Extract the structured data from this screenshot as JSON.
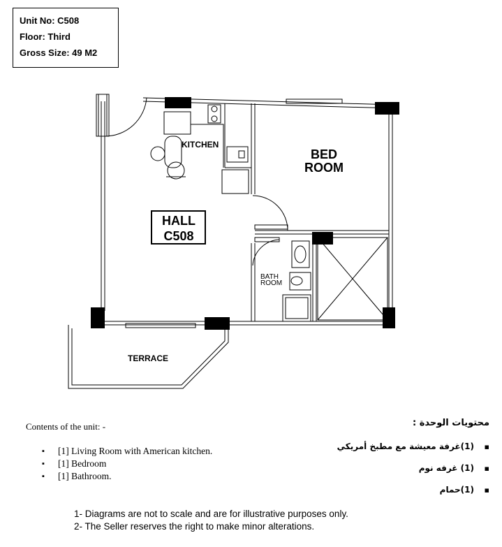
{
  "info": {
    "unit": "Unit No: C508",
    "floor": "Floor: Third",
    "size": "Gross Size: 49 M2"
  },
  "rooms": {
    "kitchen": "KITCHEN",
    "bed_line1": "BED",
    "bed_line2": "ROOM",
    "hall_line1": "HALL",
    "hall_line2": "C508",
    "bath_line1": "BATH",
    "bath_line2": "ROOM",
    "terrace": "TERRACE"
  },
  "contents": {
    "title": "Contents of the unit: -",
    "items": [
      "[1] Living Room with American kitchen.",
      "[1] Bedroom",
      "[1] Bathroom."
    ]
  },
  "contents_ar": {
    "title": "محتويات الوحدة :",
    "items": [
      "(1)غرفة معيشة مع مطبخ أمريكي",
      "(1) غرفه نوم",
      "(1)حمام"
    ]
  },
  "notes": [
    "1-  Diagrams are not to scale and are for illustrative purposes only.",
    "2-  The Seller reserves the right to make minor alterations."
  ]
}
